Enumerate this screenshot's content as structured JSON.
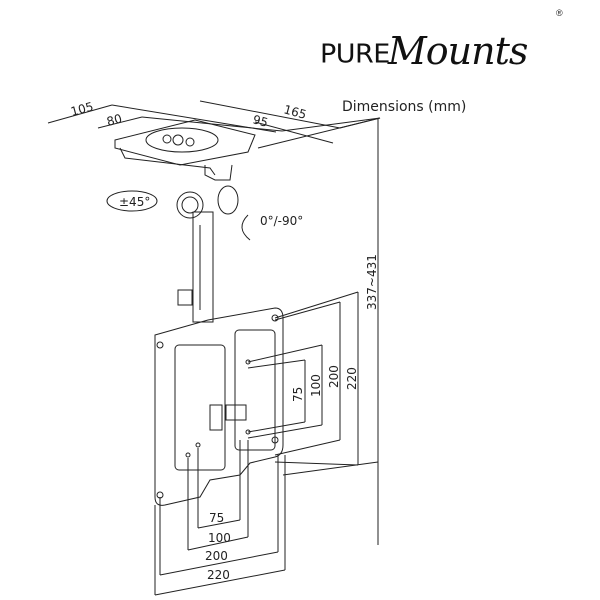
{
  "brand": {
    "part1": "PURE",
    "part2": "Mounts",
    "registered": "®"
  },
  "title": "Dimensions (mm)",
  "dimensions": {
    "top_left_outer": "105",
    "top_left_inner": "80",
    "top_right_outer": "165",
    "top_right_inner": "95",
    "swivel": "±45°",
    "tilt": "0°/-90°",
    "height_range": "337~431",
    "vesa_vertical": [
      "75",
      "100",
      "200",
      "220"
    ],
    "vesa_horizontal": [
      "75",
      "100",
      "200",
      "220"
    ]
  }
}
